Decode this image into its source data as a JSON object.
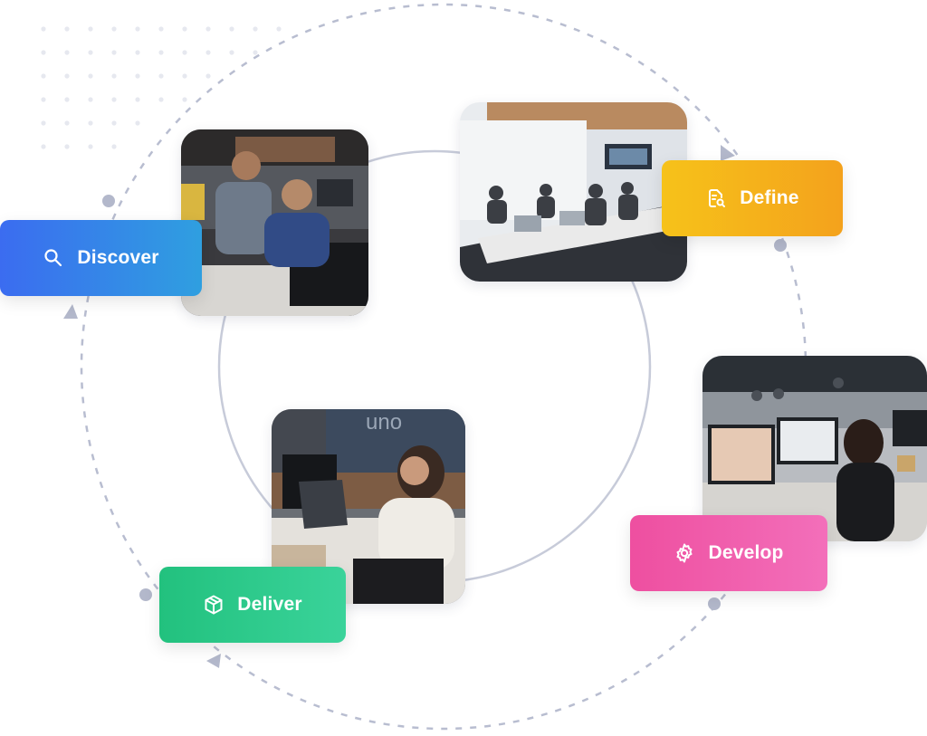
{
  "stages": {
    "discover": {
      "label": "Discover",
      "icon": "search-icon",
      "colors": [
        "#3b6cf0",
        "#2f9fe0"
      ]
    },
    "define": {
      "label": "Define",
      "icon": "document-search-icon",
      "colors": [
        "#f6c21a",
        "#f4a21c"
      ]
    },
    "develop": {
      "label": "Develop",
      "icon": "gear-icon",
      "colors": [
        "#ee4fa0",
        "#f36fba"
      ]
    },
    "deliver": {
      "label": "Deliver",
      "icon": "package-icon",
      "colors": [
        "#22c17e",
        "#3ad39a"
      ]
    }
  },
  "photos": {
    "discover": {
      "subject": "two-men-at-monitor-photo",
      "sign_text": ""
    },
    "define": {
      "subject": "meeting-room-photo",
      "sign_text": ""
    },
    "develop": {
      "subject": "open-office-workstations-photo",
      "sign_text": ""
    },
    "deliver": {
      "subject": "woman-with-headset-photo",
      "sign_text": "uno"
    }
  },
  "colors": {
    "dashed_ring": "#b8bdd0",
    "solid_ring": "#c7cbd9",
    "dots": "#e6e8ef",
    "markers": "#b3b8cb"
  }
}
